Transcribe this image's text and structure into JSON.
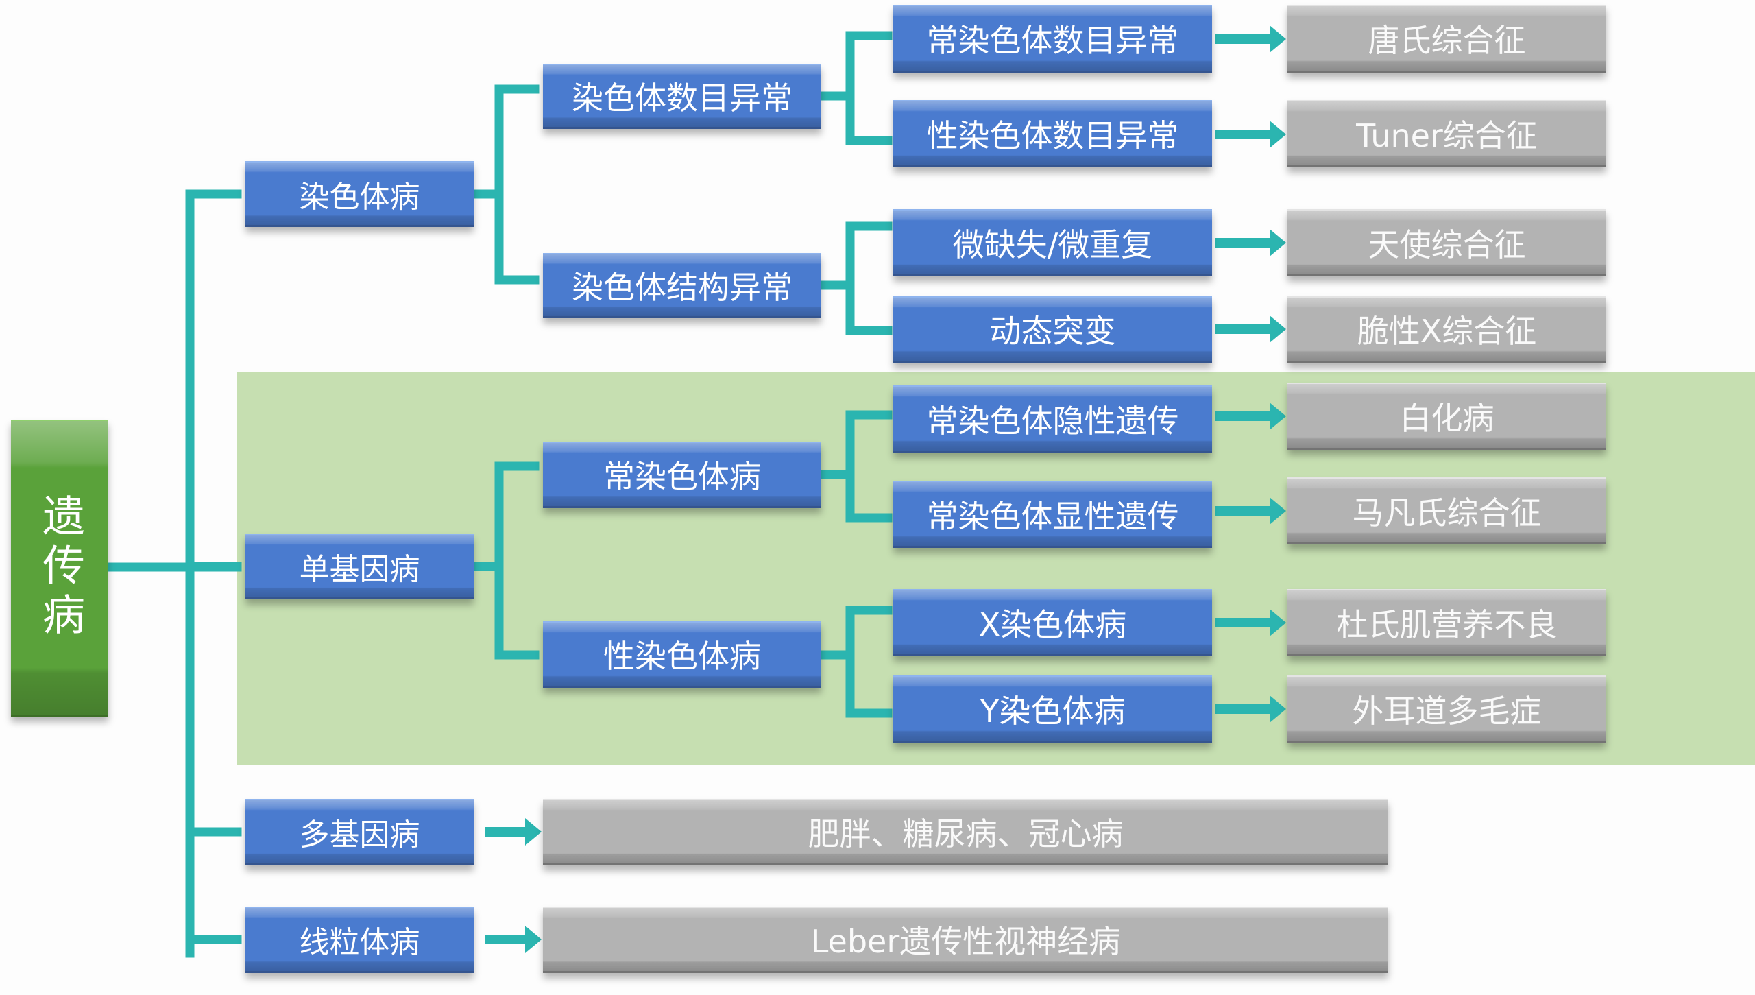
{
  "title": "遗传病",
  "colors": {
    "root": "#5aa23a",
    "category": "#4a7bcf",
    "example": "#b3b3b3",
    "connector": "#2bb5b0",
    "highlight_band": "#c6dfb1"
  },
  "tree": {
    "root": "遗传病",
    "categories": [
      {
        "label": "染色体病",
        "subtypes": [
          {
            "label": "染色体数目异常",
            "children": [
              {
                "label": "常染色体数目异常",
                "example": "唐氏综合征"
              },
              {
                "label": "性染色体数目异常",
                "example": "Tuner综合征"
              }
            ]
          },
          {
            "label": "染色体结构异常",
            "children": [
              {
                "label": "微缺失/微重复",
                "example": "天使综合征"
              },
              {
                "label": "动态突变",
                "example": "脆性X综合征"
              }
            ]
          }
        ]
      },
      {
        "label": "单基因病",
        "highlighted": true,
        "subtypes": [
          {
            "label": "常染色体病",
            "children": [
              {
                "label": "常染色体隐性遗传",
                "example": "白化病"
              },
              {
                "label": "常染色体显性遗传",
                "example": "马凡氏综合征"
              }
            ]
          },
          {
            "label": "性染色体病",
            "children": [
              {
                "label": "X染色体病",
                "example": "杜氏肌营养不良"
              },
              {
                "label": "Y染色体病",
                "example": "外耳道多毛症"
              }
            ]
          }
        ]
      },
      {
        "label": "多基因病",
        "example": "肥胖、糖尿病、冠心病"
      },
      {
        "label": "线粒体病",
        "example": "Leber遗传性视神经病"
      }
    ]
  }
}
